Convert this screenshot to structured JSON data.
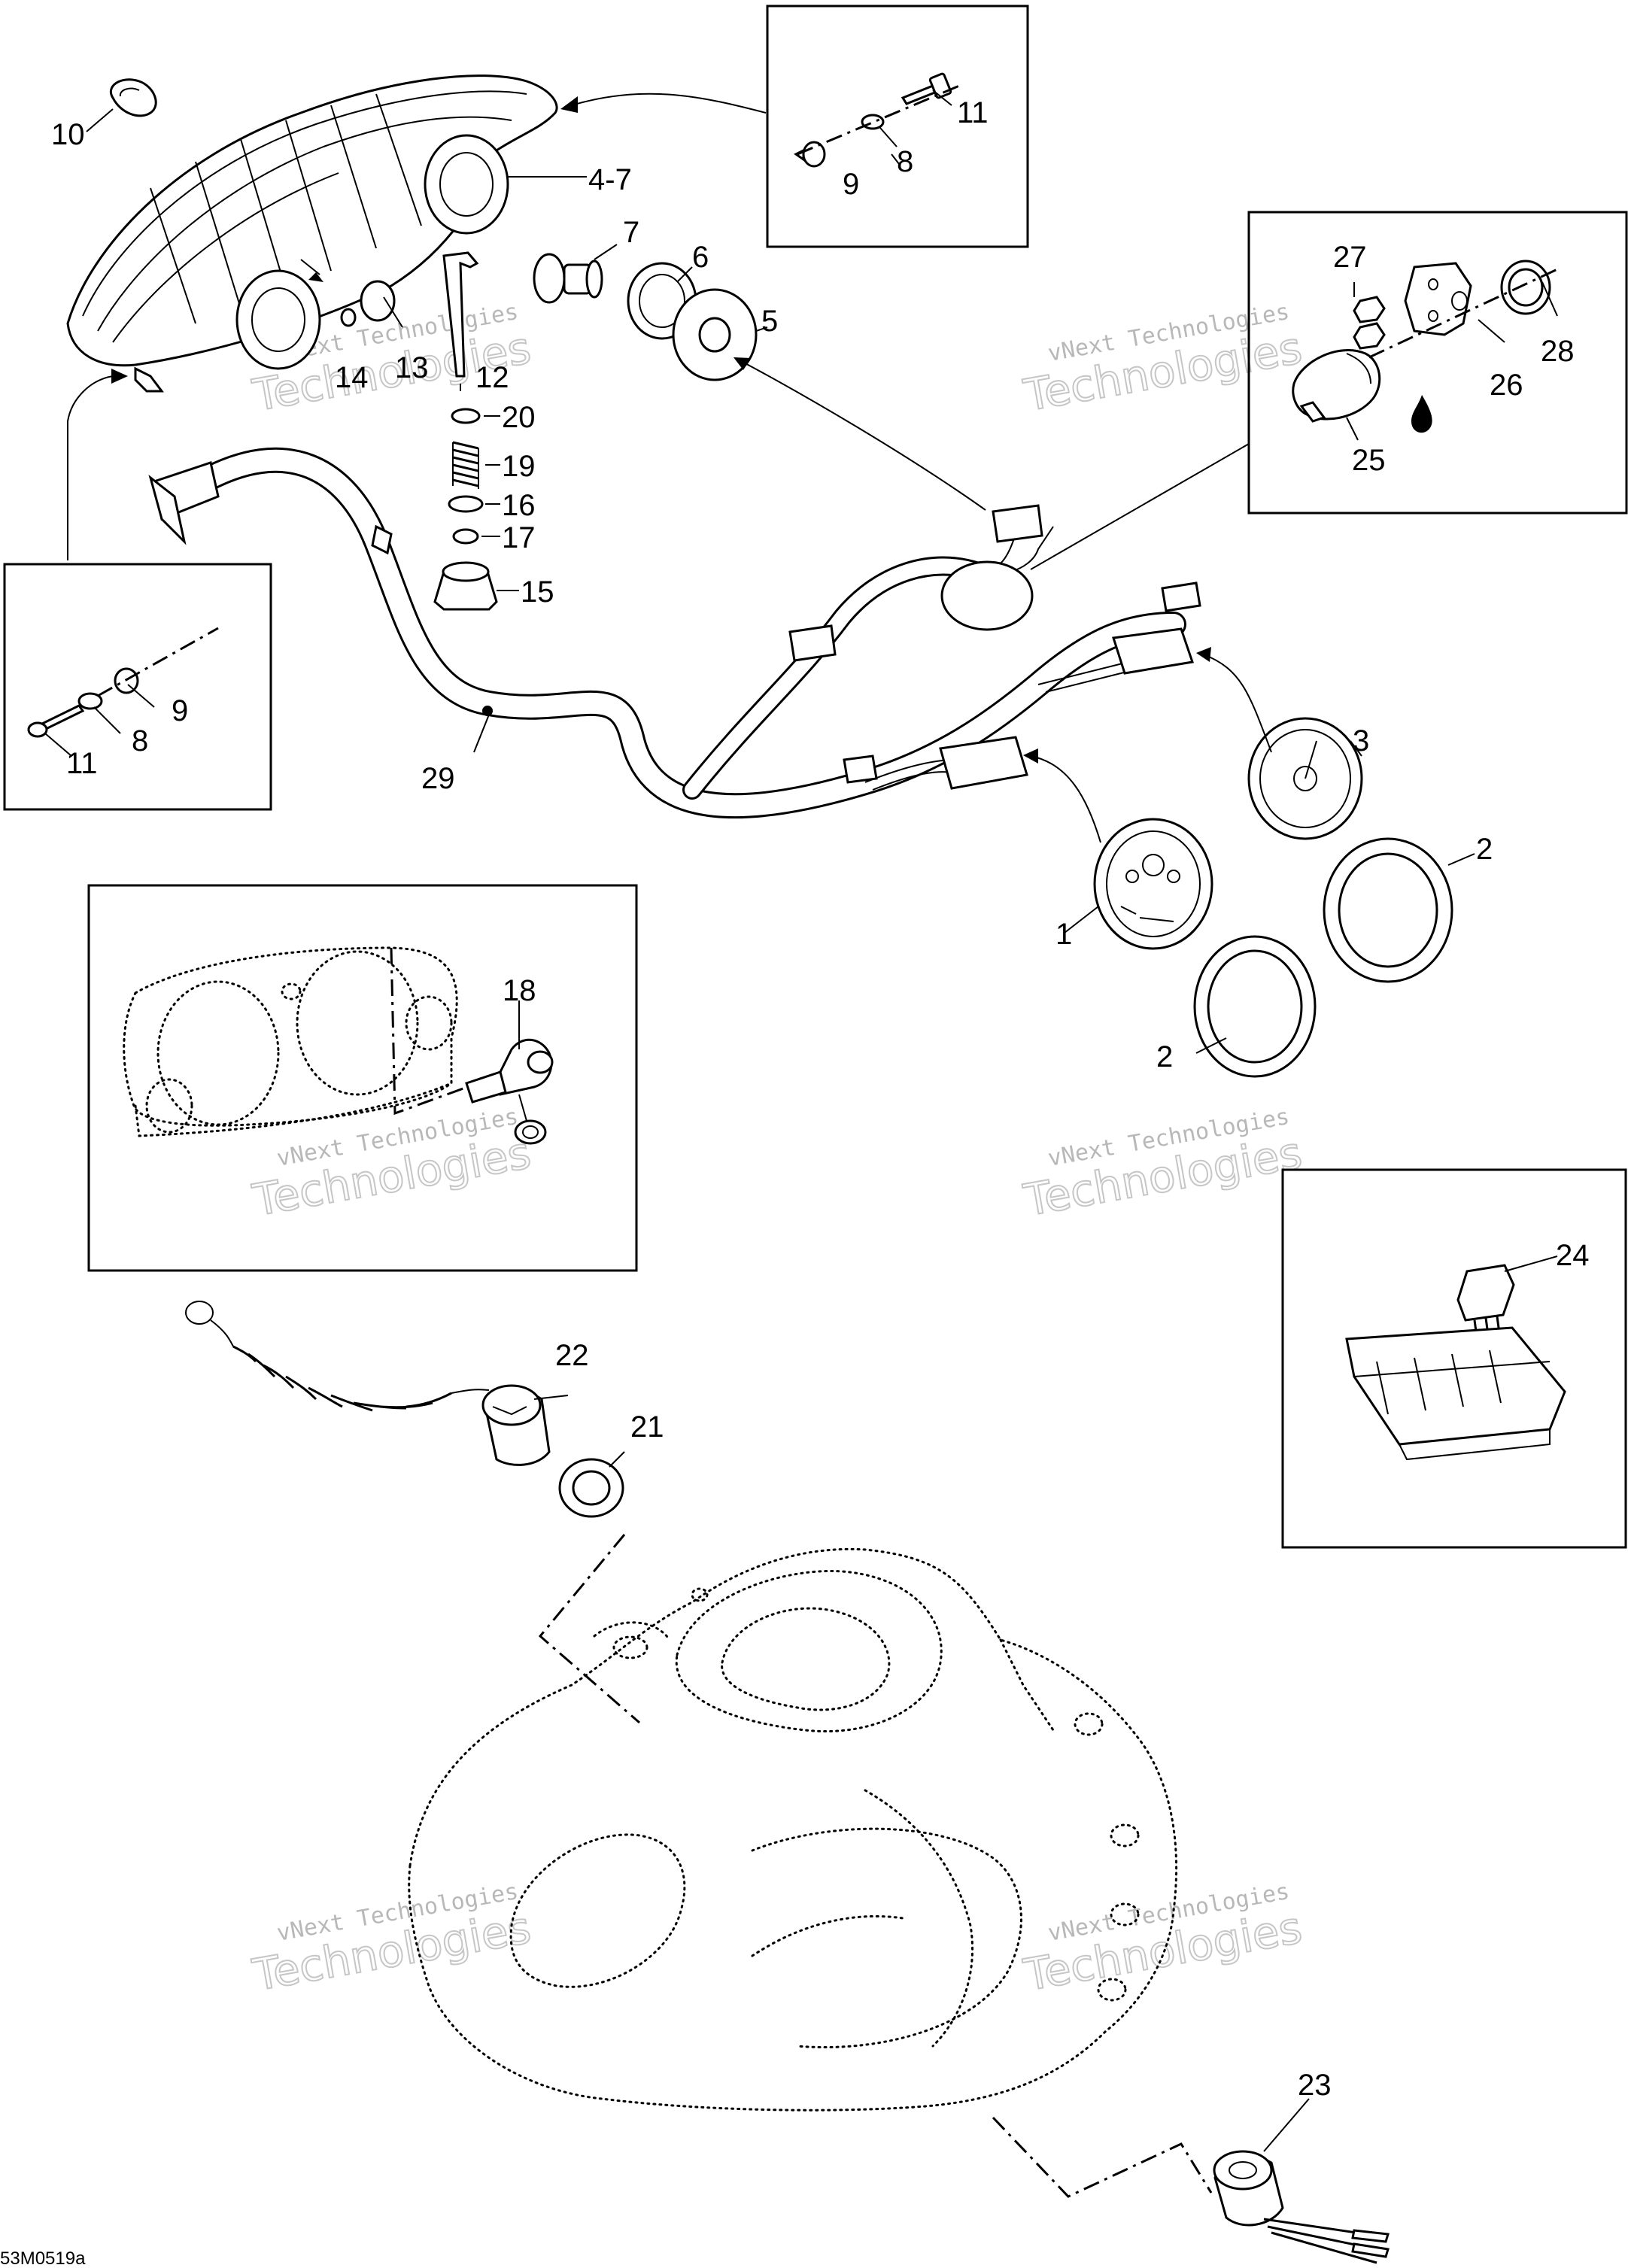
{
  "drawing_code": "53M0519a",
  "watermark": {
    "line1": "vNext Technologies",
    "line2": "Technologies"
  },
  "callouts": {
    "c1": "1",
    "c2a": "2",
    "c2b": "2",
    "c3": "3",
    "c4_7": "4-7",
    "c5": "5",
    "c6": "6",
    "c7": "7",
    "c8a": "8",
    "c8b": "8",
    "c9a": "9",
    "c9b": "9",
    "c10": "10",
    "c11a": "11",
    "c11b": "11",
    "c12": "12",
    "c13": "13",
    "c14": "14",
    "c15": "15",
    "c16": "16",
    "c17": "17",
    "c18": "18",
    "c19": "19",
    "c20": "20",
    "c21": "21",
    "c22": "22",
    "c23": "23",
    "c24": "24",
    "c25": "25",
    "c26": "26",
    "c27": "27",
    "c28": "28",
    "c29": "29"
  }
}
